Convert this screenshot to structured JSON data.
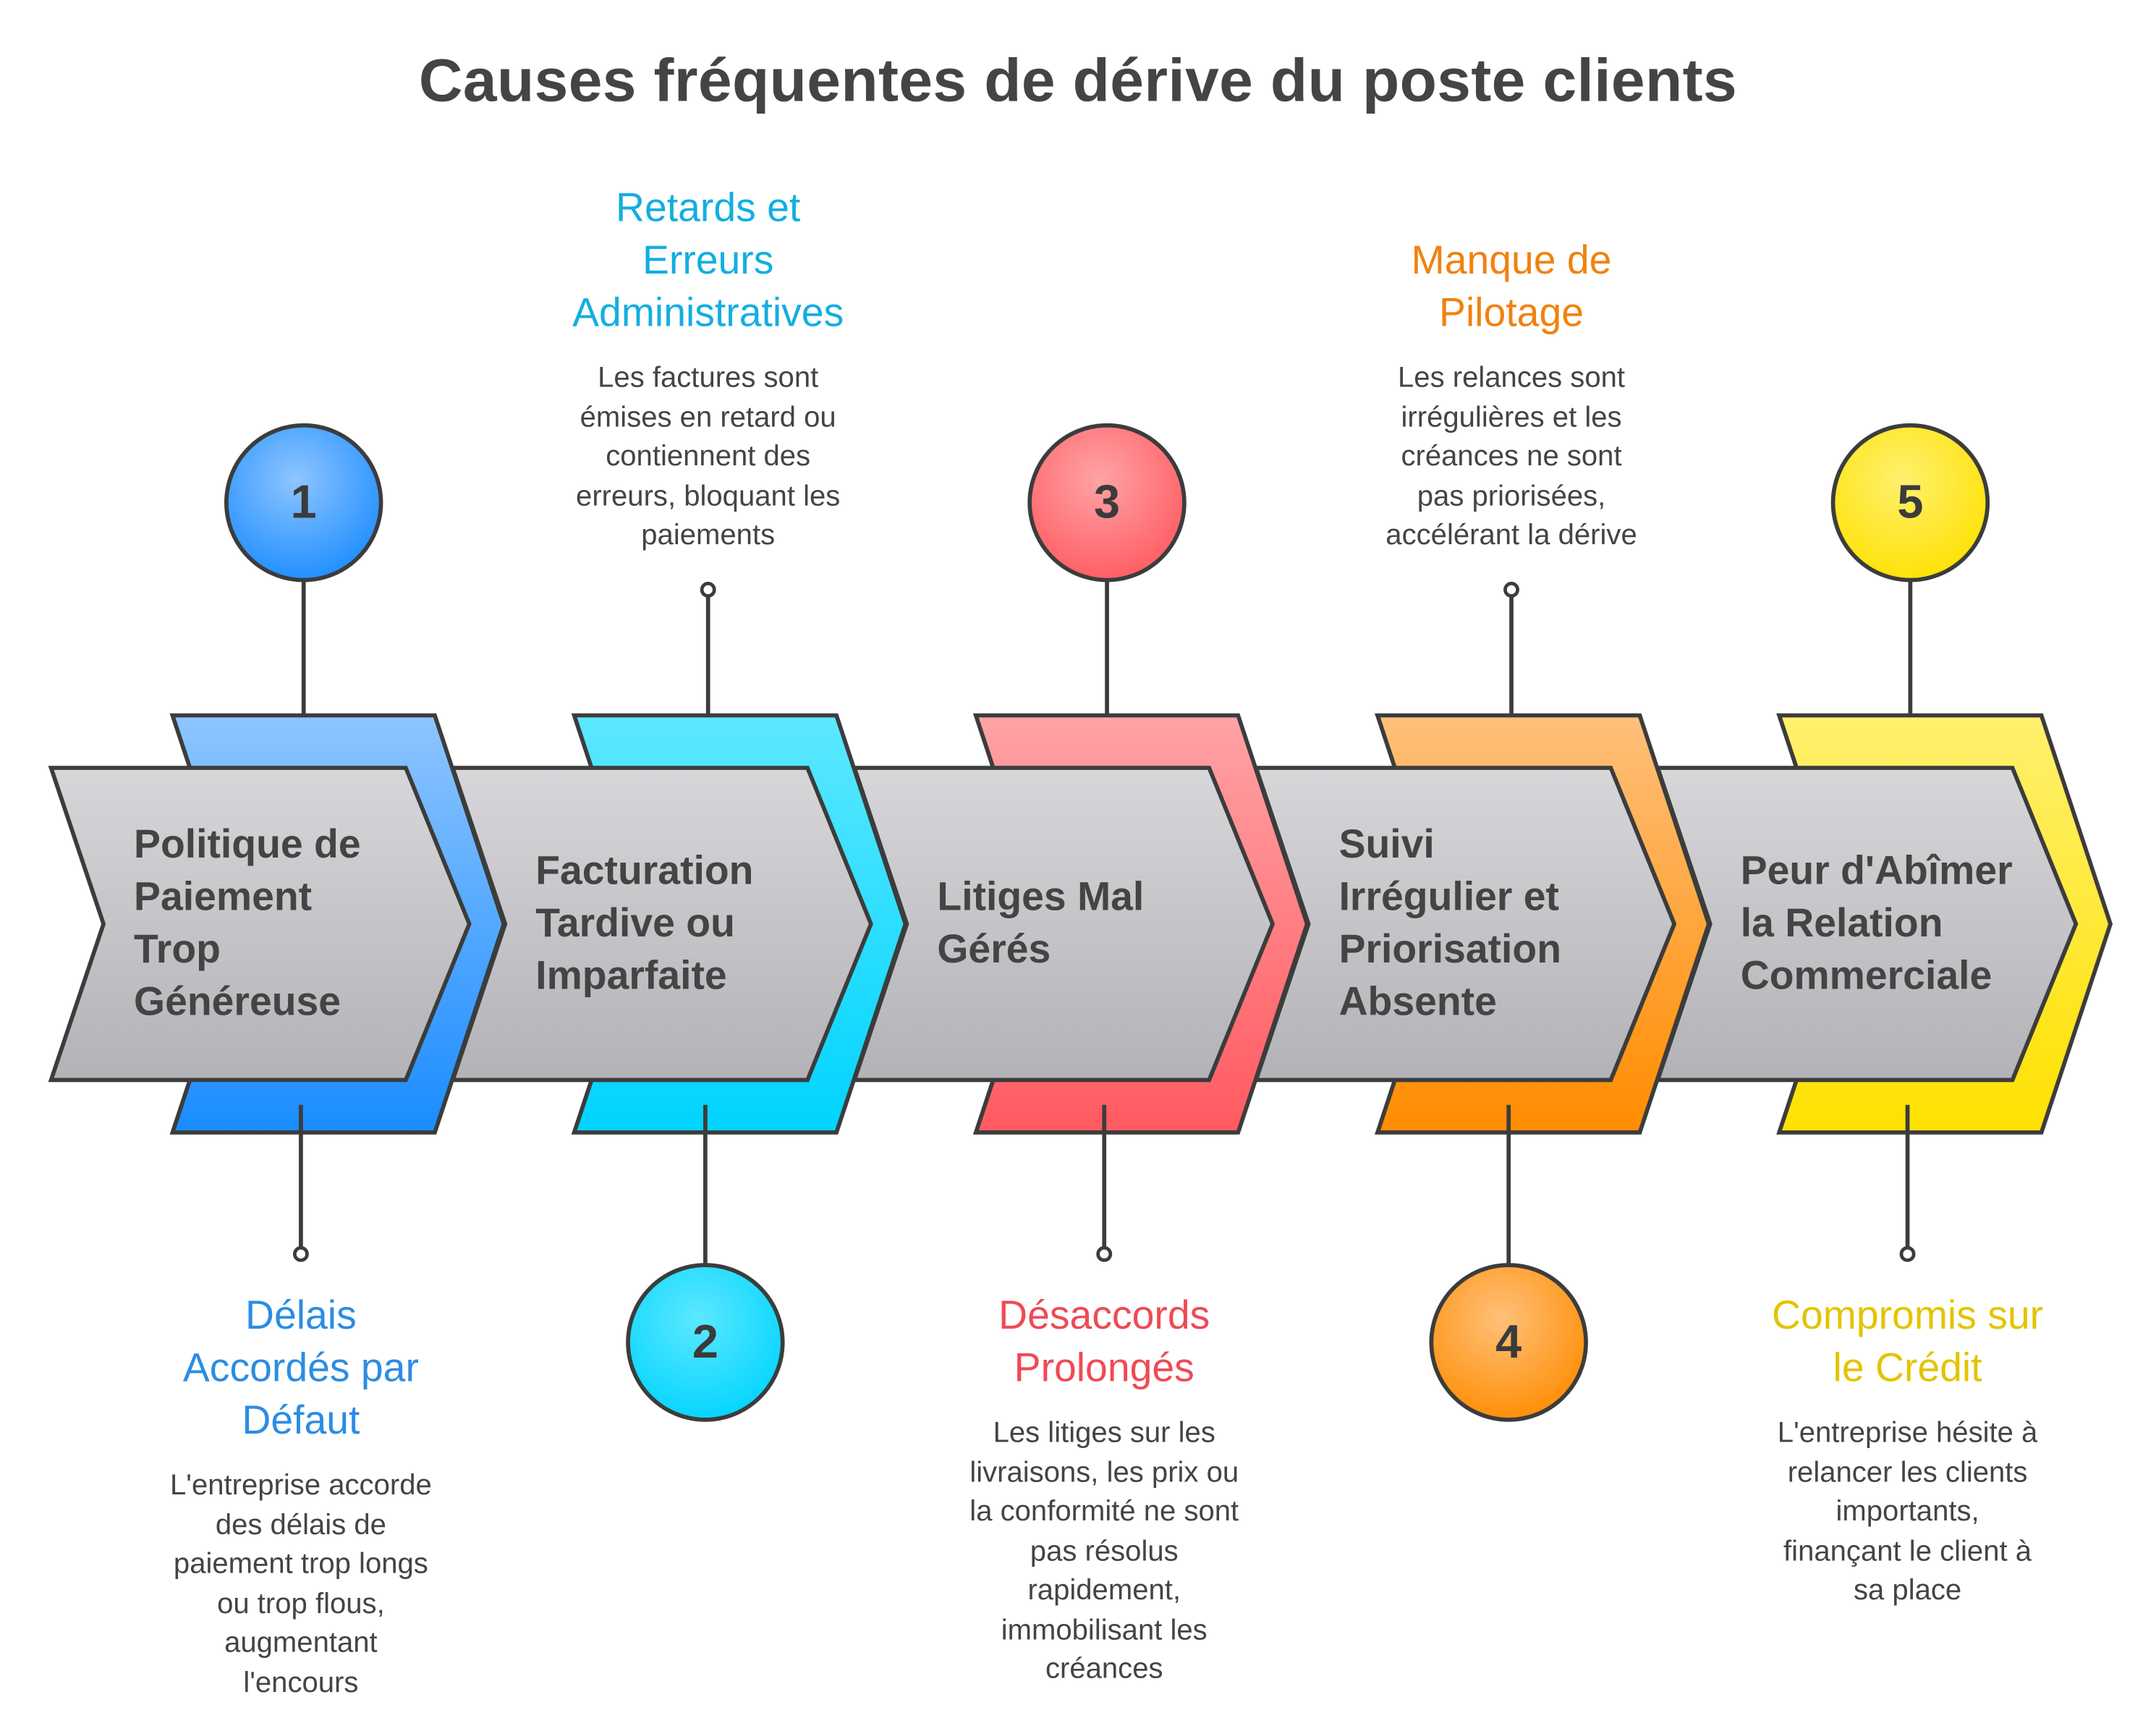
{
  "title": "Causes fréquentes de dérive du poste clients",
  "steps": [
    {
      "number": "1",
      "label": "Politique de Paiement Trop Généreuse",
      "label_lines": [
        "Politique de",
        "Paiement",
        "Trop",
        "Généreuse"
      ],
      "heading_lines": [
        "Délais",
        "Accordés par",
        "Défaut"
      ],
      "description_lines": [
        "L'entreprise accorde",
        "des délais de",
        "paiement trop longs",
        "ou trop flous,",
        "augmentant",
        "l'encours"
      ],
      "color": "#1a8cff",
      "color_light": "#8ec5ff",
      "heading_color": "#2b8de3"
    },
    {
      "number": "2",
      "label": "Facturation Tardive ou Imparfaite",
      "label_lines": [
        "Facturation",
        "Tardive ou",
        "Imparfaite"
      ],
      "heading_lines": [
        "Retards et",
        "Erreurs",
        "Administratives"
      ],
      "description_lines": [
        "Les factures sont",
        "émises en retard ou",
        "contiennent des",
        "erreurs, bloquant les",
        "paiements"
      ],
      "color": "#00d4ff",
      "color_light": "#5ce8ff",
      "heading_color": "#13aee0"
    },
    {
      "number": "3",
      "label": "Litiges Mal Gérés",
      "label_lines": [
        "Litiges Mal",
        "Gérés"
      ],
      "heading_lines": [
        "Désaccords",
        "Prolongés"
      ],
      "description_lines": [
        "Les litiges sur les",
        "livraisons, les prix ou",
        "la conformité ne sont",
        "pas résolus",
        "rapidement,",
        "immobilisant les",
        "créances"
      ],
      "color": "#ff5a60",
      "color_light": "#ffa3a6",
      "heading_color": "#ef4a55"
    },
    {
      "number": "4",
      "label": "Suivi Irrégulier et Priorisation Absente",
      "label_lines": [
        "Suivi",
        "Irrégulier et",
        "Priorisation",
        "Absente"
      ],
      "heading_lines": [
        "Manque de",
        "Pilotage"
      ],
      "description_lines": [
        "Les relances sont",
        "irrégulières et les",
        "créances ne sont",
        "pas priorisées,",
        "accélérant la dérive"
      ],
      "color": "#ff8c00",
      "color_light": "#ffc07a",
      "heading_color": "#f0820e"
    },
    {
      "number": "5",
      "label": "Peur d'Abîmer la Relation Commerciale",
      "label_lines": [
        "Peur d'Abîmer",
        "la Relation",
        "Commerciale"
      ],
      "heading_lines": [
        "Compromis sur",
        "le Crédit"
      ],
      "description_lines": [
        "L'entreprise hésite à",
        "relancer les clients",
        "importants,",
        "finançant le client à",
        "sa place"
      ],
      "color": "#ffe100",
      "color_light": "#fff06e",
      "heading_color": "#e3c400"
    }
  ]
}
